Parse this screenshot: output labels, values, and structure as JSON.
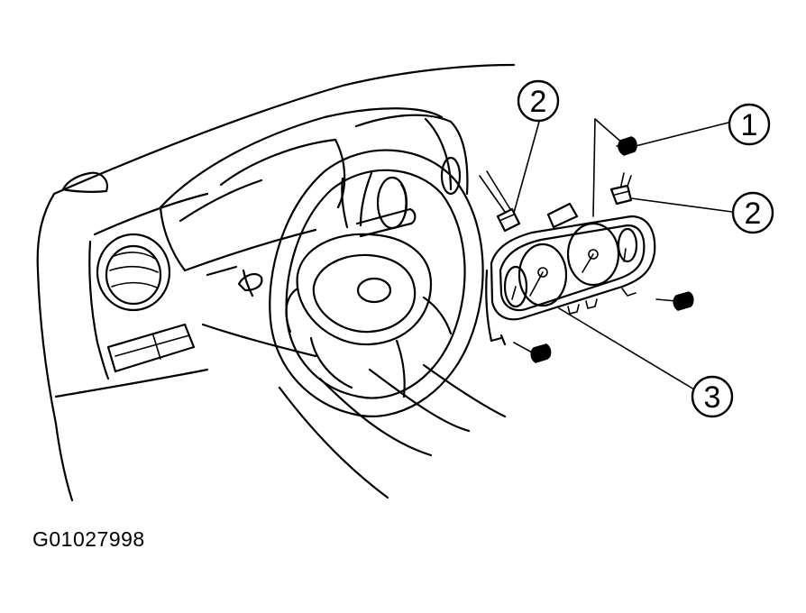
{
  "figure": {
    "code": "G01027998",
    "callouts": [
      {
        "id": "c1",
        "label": "1"
      },
      {
        "id": "c2a",
        "label": "2"
      },
      {
        "id": "c2b",
        "label": "2"
      },
      {
        "id": "c3",
        "label": "3"
      }
    ]
  }
}
